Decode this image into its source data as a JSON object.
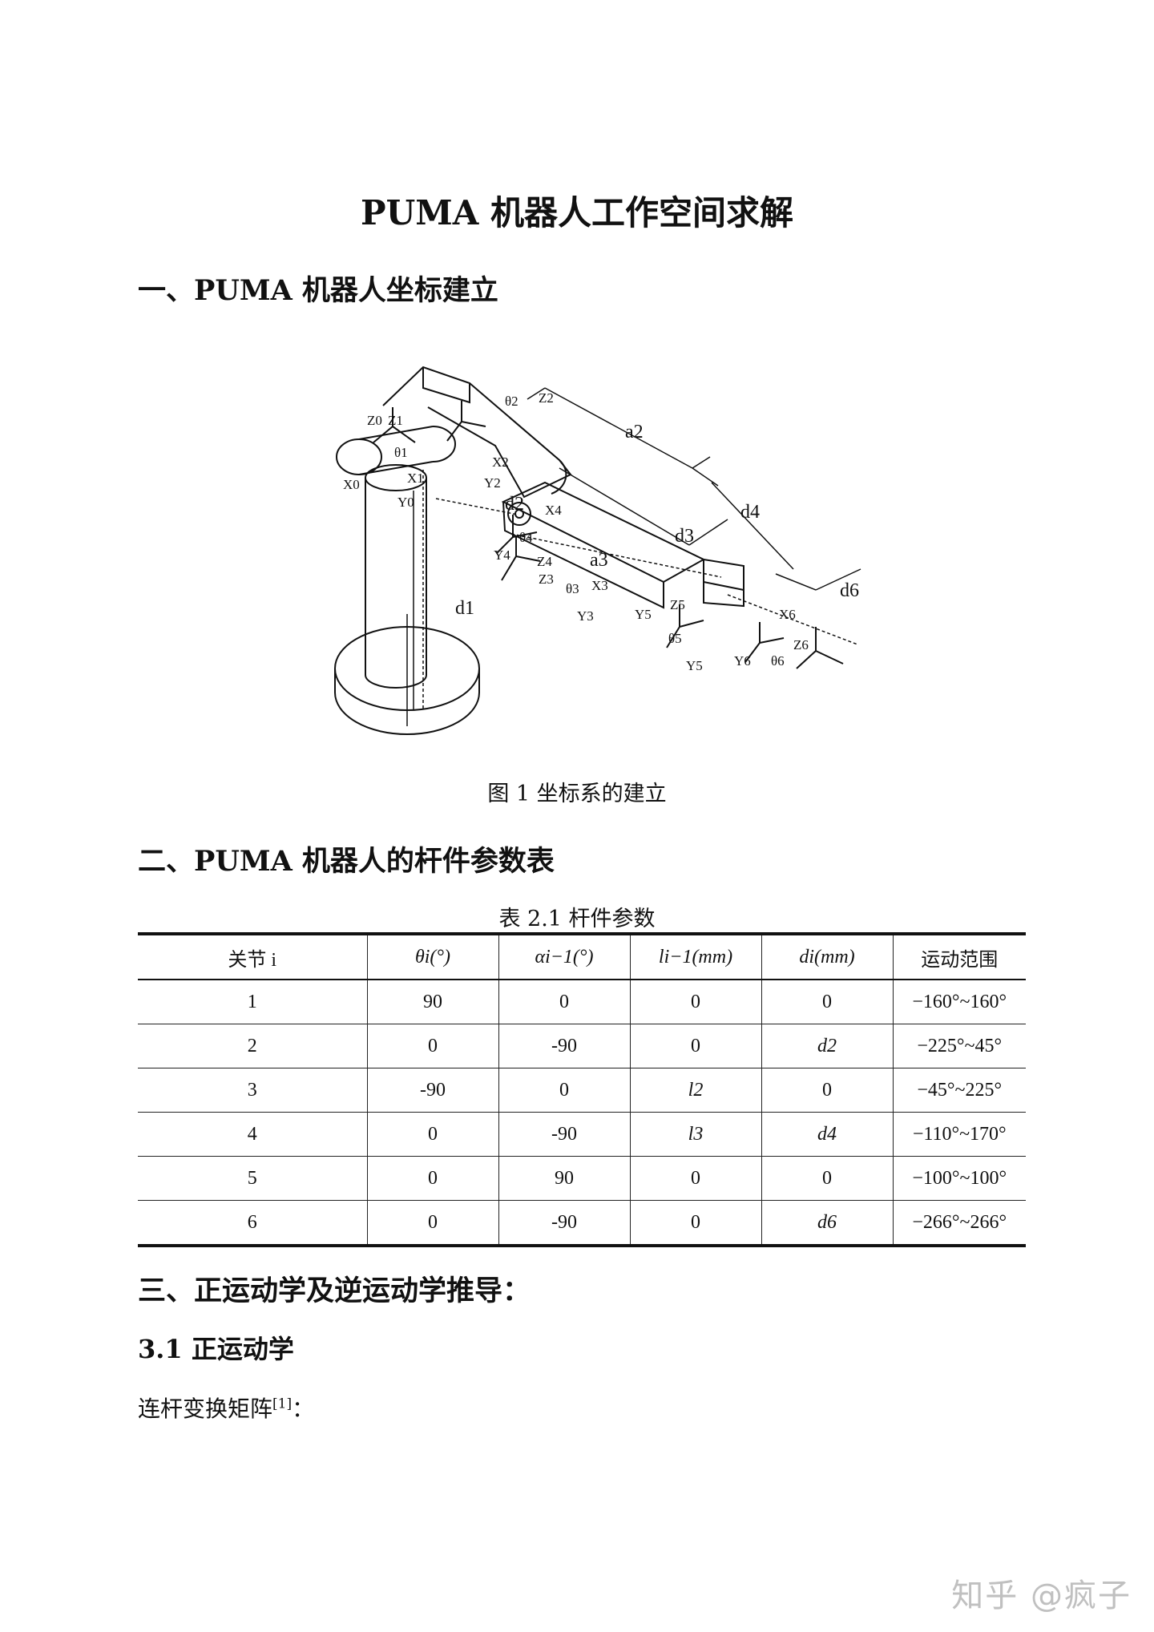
{
  "document": {
    "title": "PUMA 机器人工作空间求解",
    "section1": "一、PUMA 机器人坐标建立",
    "figure_caption": "图 1  坐标系的建立",
    "section2": "二、PUMA 机器人的杆件参数表",
    "table_caption": "表 2.1  杆件参数",
    "section3": "三、正运动学及逆运动学推导：",
    "subsection31": "3.1 正运动学",
    "paragraph_text": "连杆变换矩阵",
    "paragraph_ref": "[1]",
    "paragraph_end": "："
  },
  "figure": {
    "labels": [
      "Z0",
      "Z1",
      "θ1",
      "X0",
      "X1",
      "Y0",
      "θ2",
      "Z2",
      "X2",
      "Y2",
      "a2",
      "d2",
      "X4",
      "θ4",
      "Y4",
      "Z4",
      "a3",
      "Z3",
      "X3",
      "θ3",
      "Y3",
      "d3",
      "d4",
      "d1",
      "Y5",
      "Z5",
      "θ5",
      "Y5",
      "X6",
      "Z6",
      "Y6",
      "θ6",
      "d6"
    ]
  },
  "table": {
    "headers": [
      "关节 i",
      "θi(°)",
      "αi−1(°)",
      "li−1(mm)",
      "di(mm)",
      "运动范围"
    ],
    "rows": [
      [
        "1",
        "90",
        "0",
        "0",
        "0",
        "−160°~160°"
      ],
      [
        "2",
        "0",
        "-90",
        "0",
        "d2",
        "−225°~45°"
      ],
      [
        "3",
        "-90",
        "0",
        "l2",
        "0",
        "−45°~225°"
      ],
      [
        "4",
        "0",
        "-90",
        "l3",
        "d4",
        "−110°~170°"
      ],
      [
        "5",
        "0",
        "90",
        "0",
        "0",
        "−100°~100°"
      ],
      [
        "6",
        "0",
        "-90",
        "0",
        "d6",
        "−266°~266°"
      ]
    ]
  },
  "watermark": "知乎 @疯子"
}
